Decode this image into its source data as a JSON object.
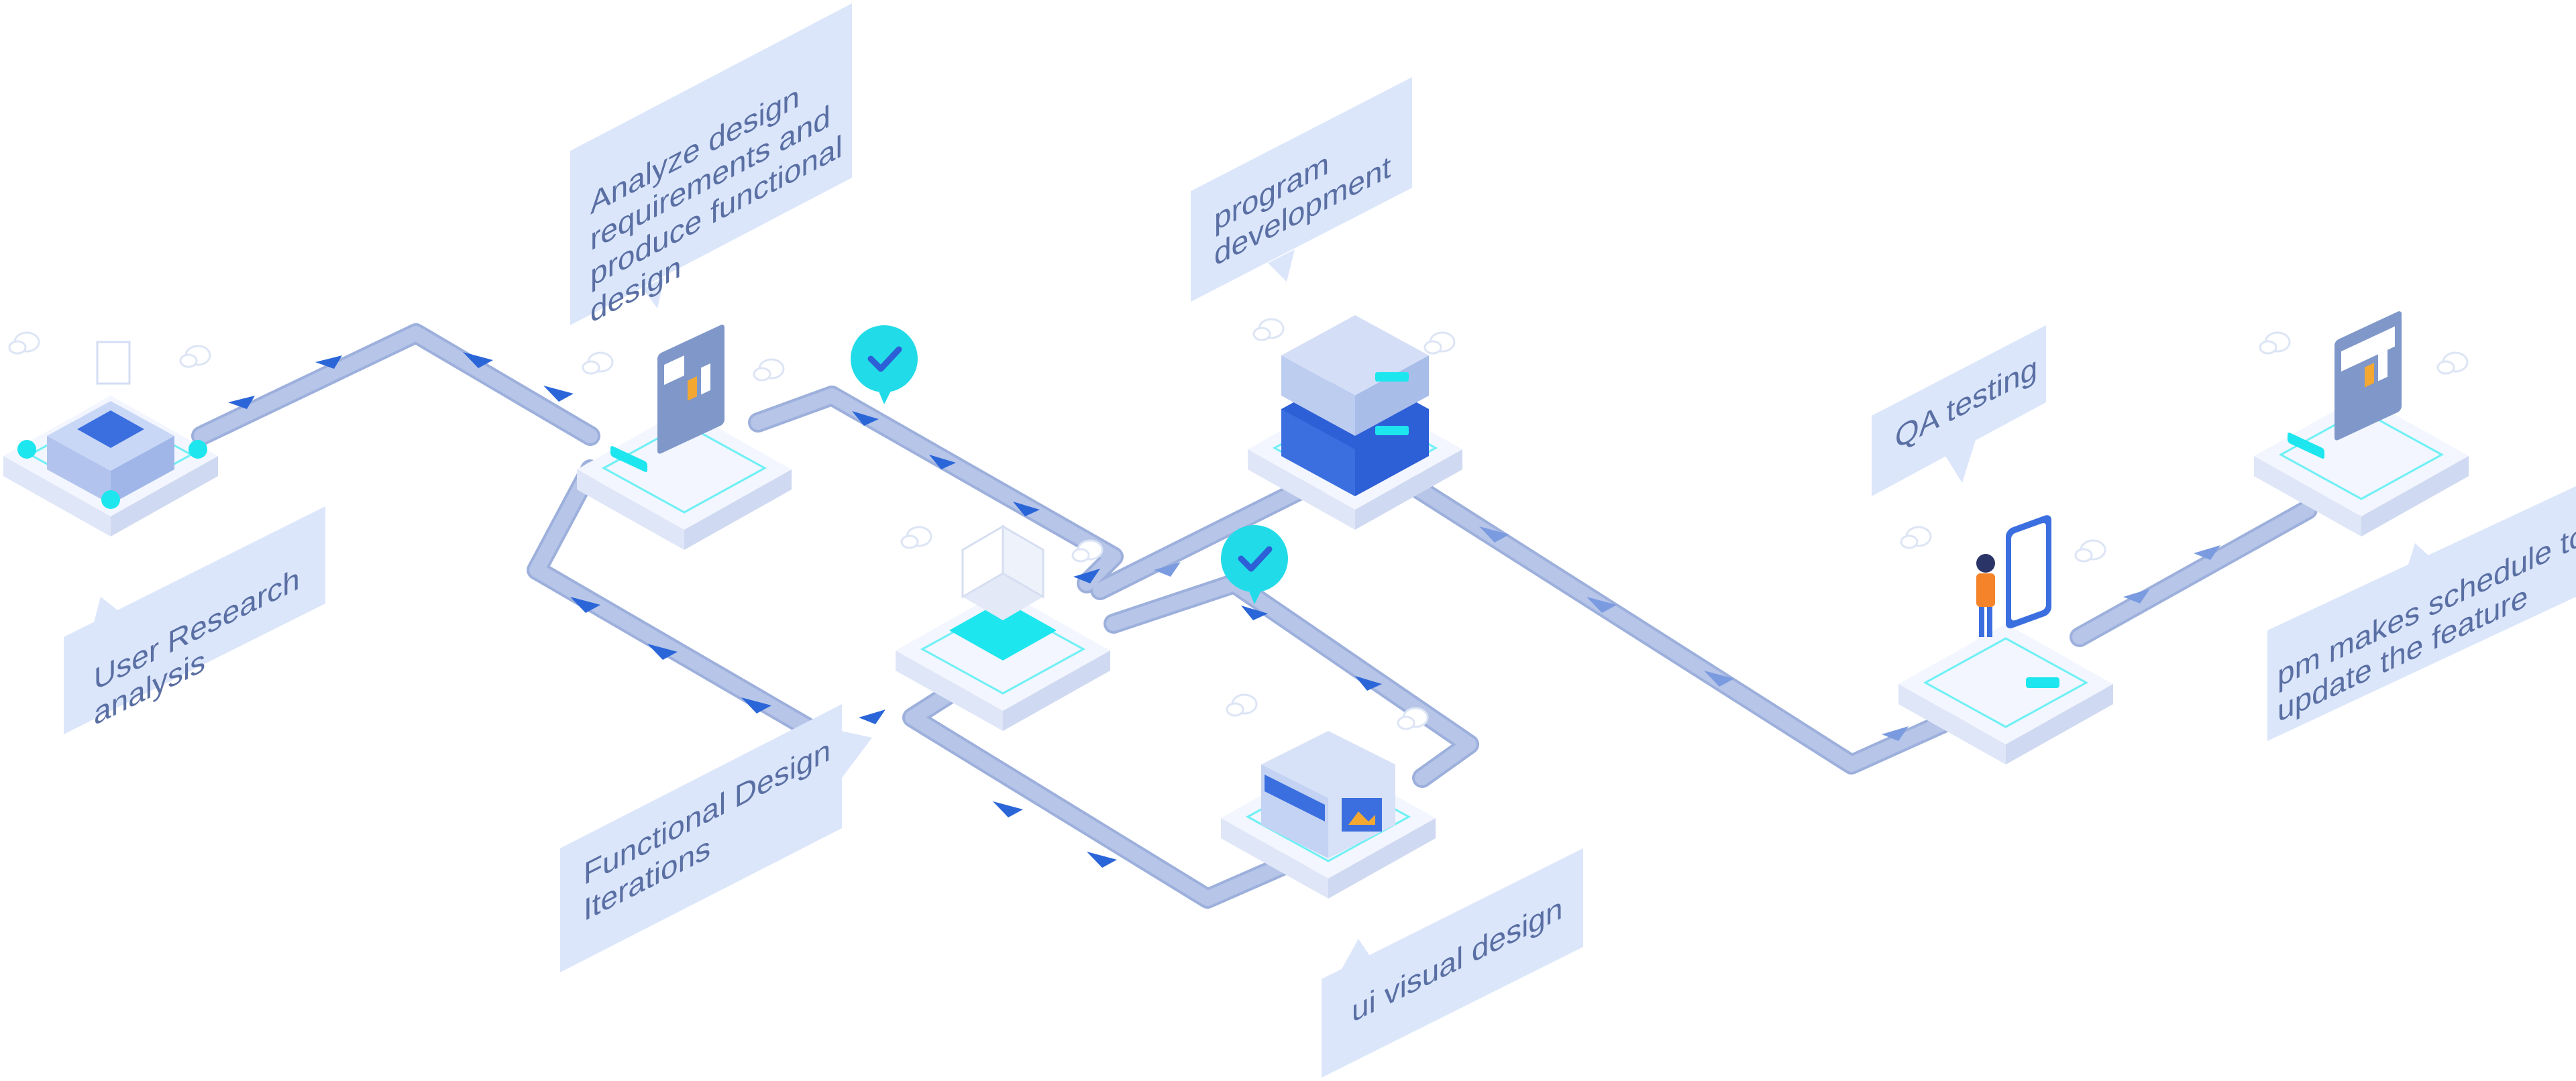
{
  "colors": {
    "track": "#b3c3e6",
    "track_edge": "#9fb2dc",
    "arrow": "#2b66d9",
    "bubble": "#dbe6fb",
    "bubble_text": "#5a6fa3",
    "platform_top": "#f1f5fe",
    "platform_side": "#d7e0f4",
    "cyan": "#1de6ee",
    "check_bubble": "#22dbe8",
    "device_blue": "#3b6fe0"
  },
  "labels": {
    "user_research": [
      "User Research",
      "analysis"
    ],
    "analyze": [
      "Analyze design",
      "requirements and",
      "produce functional",
      "design"
    ],
    "program": [
      "program",
      "development"
    ],
    "qa": [
      "QA testing"
    ],
    "pm": [
      "pm makes schedule to",
      "update the feature"
    ],
    "functional": [
      "Functional Design",
      "Iterations"
    ],
    "ui_visual": [
      "ui visual design"
    ]
  },
  "icons": {
    "check": "checkmark-icon",
    "cloud": "cloud-icon",
    "arrow": "chevron-arrow-icon"
  }
}
